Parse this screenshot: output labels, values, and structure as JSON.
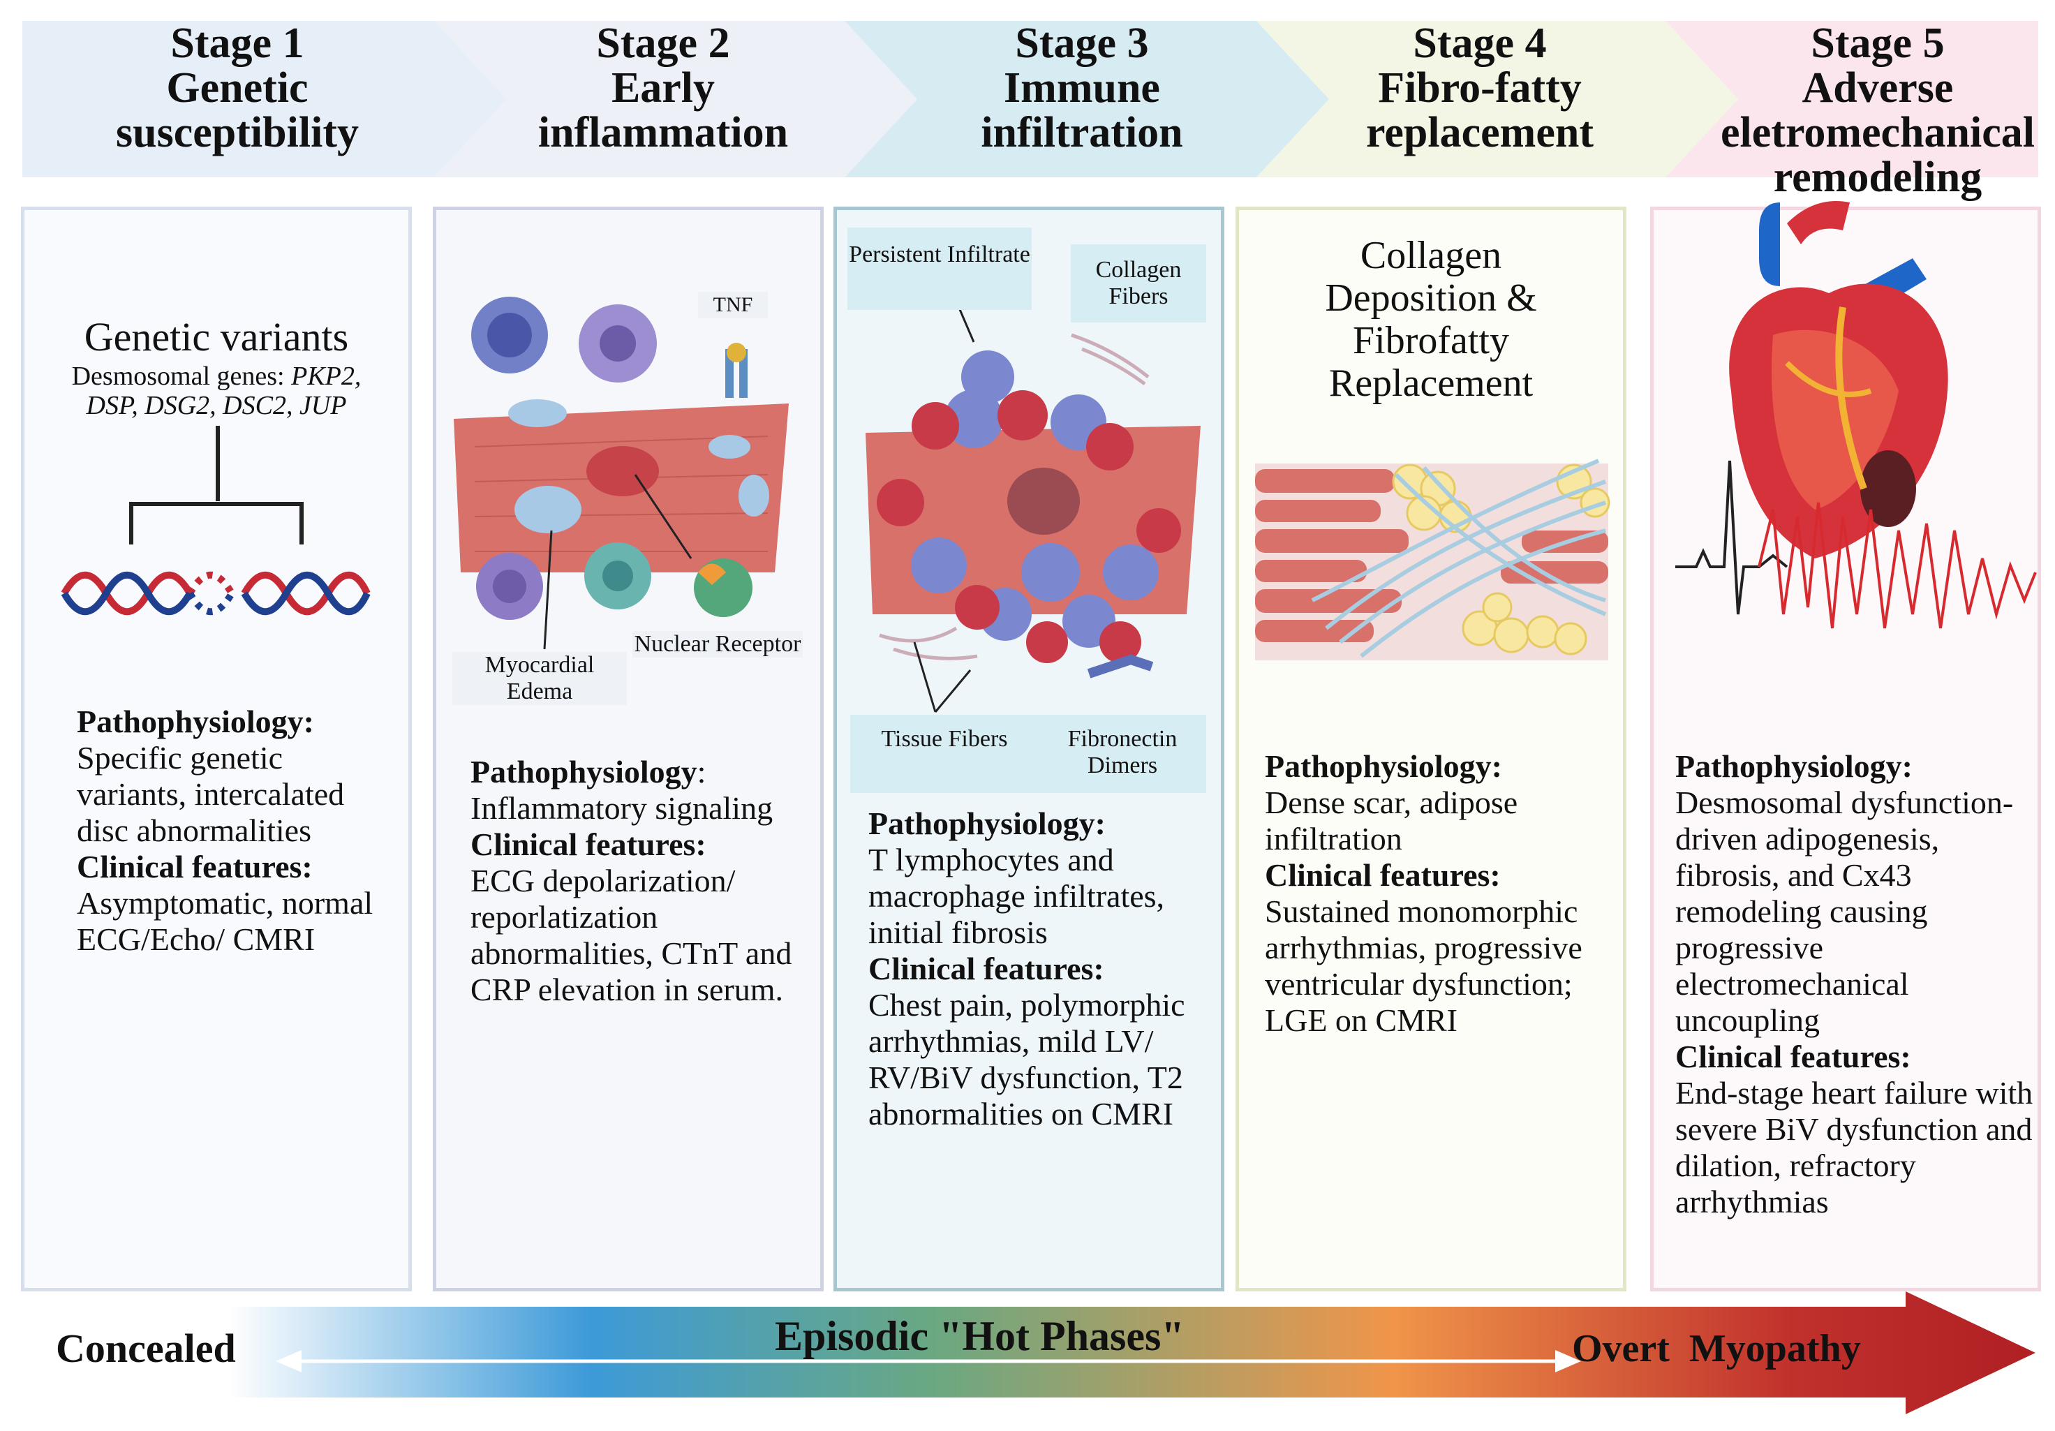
{
  "stages": [
    {
      "title_line1": "Stage 1",
      "title_lines": [
        "Genetic",
        "susceptibility"
      ],
      "panel_heading": "Genetic variants",
      "genes_prefix": "Desmosomal genes:",
      "genes_line1": "PKP2,",
      "genes_line2": "DSP, DSG2, DSC2, JUP",
      "patho_label": "Pathophysiology:",
      "patho_text": "Specific genetic variants, intercalated disc abnormalities",
      "clinical_label": "Clinical features:",
      "clinical_text": "Asymptomatic, normal ECG/Echo/ CMRI"
    },
    {
      "title_line1": "Stage 2",
      "title_lines": [
        "Early",
        "inflammation"
      ],
      "labels": {
        "tnf": "TNF",
        "edema": "Myocardial Edema",
        "receptor": "Nuclear Receptor"
      },
      "patho_label": "Pathophysiology",
      "patho_colon": ":",
      "patho_text": "Inflammatory signaling",
      "clinical_label": "Clinical features:",
      "clinical_text": "ECG depolarization/ reporlatization abnormalities, CTnT and CRP elevation in serum."
    },
    {
      "title_line1": "Stage 3",
      "title_lines": [
        "Immune",
        "infiltration"
      ],
      "labels": {
        "persistent": "Persistent Infiltrate",
        "collagen": "Collagen Fibers",
        "tissue": "Tissue Fibers",
        "fibronectin": "Fibronectin Dimers"
      },
      "patho_label": "Pathophysiology:",
      "patho_text": "T lymphocytes and macrophage infiltrates, initial fibrosis",
      "clinical_label": "Clinical features:",
      "clinical_text": "Chest pain, polymorphic arrhythmias, mild LV/ RV/BiV dysfunction, T2 abnormalities on CMRI"
    },
    {
      "title_line1": "Stage 4",
      "title_lines": [
        "Fibro-fatty",
        "replacement"
      ],
      "panel_heading": "Collagen Deposition & Fibrofatty Replacement",
      "patho_label": "Pathophysiology:",
      "patho_text": "Dense scar, adipose infiltration",
      "clinical_label": "Clinical features:",
      "clinical_text": "Sustained monomorphic arrhythmias, progressive ventricular dysfunction; LGE on CMRI"
    },
    {
      "title_line1": "Stage 5",
      "title_lines": [
        "Adverse",
        "eletromechanical",
        "remodeling"
      ],
      "patho_label": "Pathophysiology:",
      "patho_text": "Desmosomal dysfunction-driven adipogenesis, fibrosis, and Cx43 remodeling causing progressive electromechanical uncoupling",
      "clinical_label": "Clinical features:",
      "clinical_text": "End-stage heart failure with severe BiV dysfunction and dilation, refractory arrhythmias"
    }
  ],
  "timeline": {
    "start_label": "Concealed",
    "middle_label": "Episodic \"Hot Phases\"",
    "end_label": "Overt  Myopathy"
  },
  "colors": {
    "stage1": "#e8f0f8",
    "stage2": "#eef0f6",
    "stage3": "#d8edf2",
    "stage4": "#f3f6e6",
    "stage5": "#fbe8ef",
    "arrow_start": "#ffffff",
    "arrow_blue": "#3d9ad8",
    "arrow_green": "#6aa882",
    "arrow_orange": "#f0954a",
    "arrow_red": "#b02024"
  }
}
